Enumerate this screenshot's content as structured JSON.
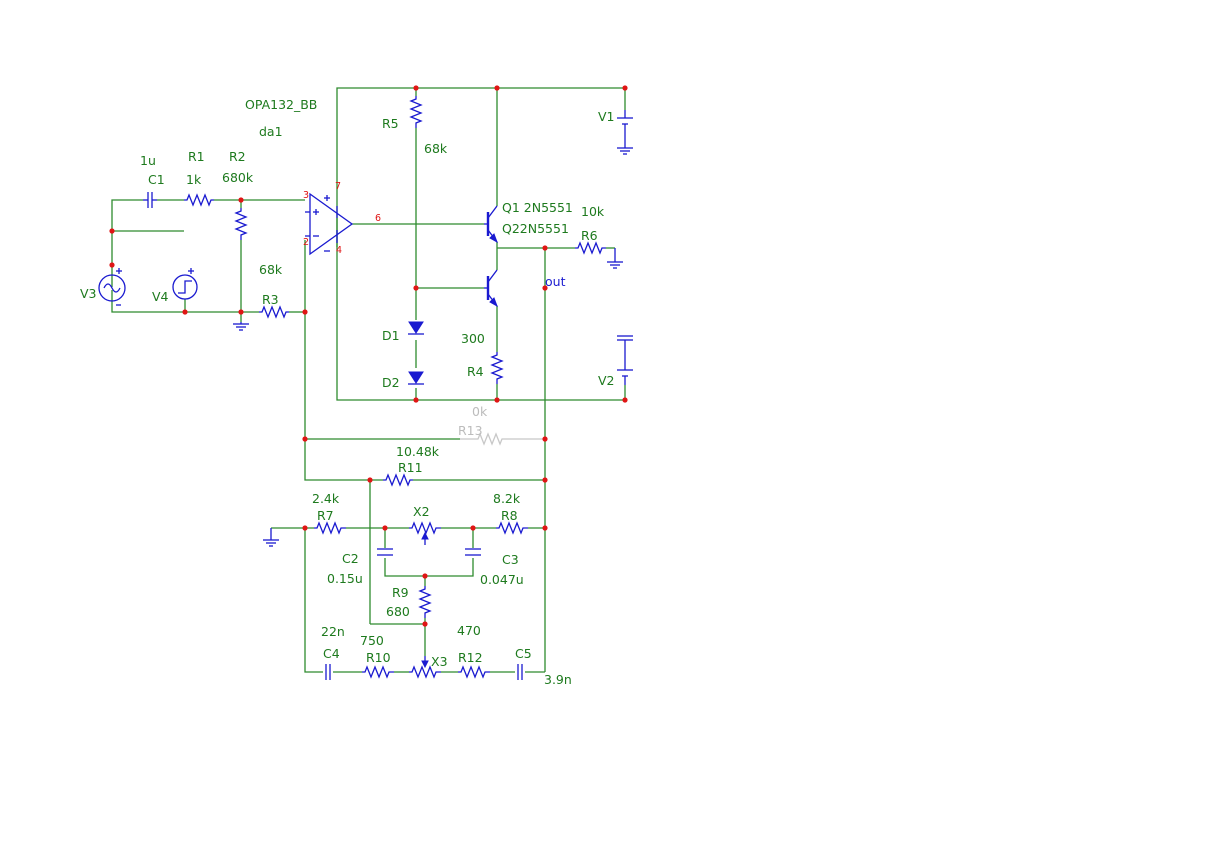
{
  "opamp": {
    "model": "OPA132_BB",
    "name": "da1",
    "pin_plus": "3",
    "pin_minus": "2",
    "pin_out": "6",
    "pin_vplus": "7",
    "pin_vminus": "4"
  },
  "components": {
    "C1": {
      "label": "C1",
      "value": "1u"
    },
    "R1": {
      "label": "R1",
      "value": "1k"
    },
    "R2": {
      "label": "R2",
      "value": "680k"
    },
    "R3": {
      "label": "R3",
      "value": "68k"
    },
    "R4": {
      "label": "R4",
      "value": "300"
    },
    "R5": {
      "label": "R5",
      "value": "68k"
    },
    "R6": {
      "label": "R6",
      "value": "10k"
    },
    "R7": {
      "label": "R7",
      "value": "2.4k"
    },
    "R8": {
      "label": "R8",
      "value": "8.2k"
    },
    "R9": {
      "label": "R9",
      "value": "680"
    },
    "R10": {
      "label": "R10",
      "value": "750"
    },
    "R11": {
      "label": "R11",
      "value": "10.48k"
    },
    "R12": {
      "label": "R12",
      "value": "470"
    },
    "R13": {
      "label": "R13",
      "value": "0k"
    },
    "C2": {
      "label": "C2",
      "value": "0.15u"
    },
    "C3": {
      "label": "C3",
      "value": "0.047u"
    },
    "C4": {
      "label": "C4",
      "value": "22n"
    },
    "C5": {
      "label": "C5",
      "value": "3.9n"
    },
    "X2": {
      "label": "X2"
    },
    "X3": {
      "label": "X3"
    },
    "D1": {
      "label": "D1"
    },
    "D2": {
      "label": "D2"
    },
    "Q1": {
      "label": "Q1 2N5551"
    },
    "Q2": {
      "label": "Q22N5551"
    },
    "V1": {
      "label": "V1"
    },
    "V2": {
      "label": "V2"
    },
    "V3": {
      "label": "V3"
    },
    "V4": {
      "label": "V4"
    }
  },
  "nets": {
    "out": "out"
  },
  "symbols": {
    "plus": "+",
    "minus": "-"
  },
  "colors": {
    "wire": "#2e8b2e",
    "component": "#1a1ad0",
    "junction": "#e01515",
    "label": "#1e7a1e",
    "disabled": "#c8c8c8"
  }
}
